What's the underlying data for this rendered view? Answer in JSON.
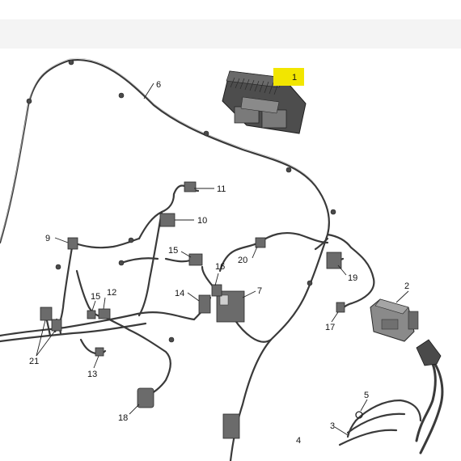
{
  "colors": {
    "highlight": "#f2e600",
    "wire": "#3a3a3a",
    "band": "#f4f4f4",
    "component": "#5a5a5a"
  },
  "callouts": [
    {
      "id": "1",
      "text": "1",
      "highlighted": true
    },
    {
      "id": "2",
      "text": "2"
    },
    {
      "id": "3",
      "text": "3"
    },
    {
      "id": "4",
      "text": "4"
    },
    {
      "id": "5",
      "text": "5"
    },
    {
      "id": "6",
      "text": "6"
    },
    {
      "id": "7",
      "text": "7"
    },
    {
      "id": "9",
      "text": "9"
    },
    {
      "id": "10",
      "text": "10"
    },
    {
      "id": "11",
      "text": "11"
    },
    {
      "id": "12",
      "text": "12"
    },
    {
      "id": "13",
      "text": "13"
    },
    {
      "id": "14",
      "text": "14"
    },
    {
      "id": "15a",
      "text": "15"
    },
    {
      "id": "15b",
      "text": "15"
    },
    {
      "id": "16",
      "text": "16"
    },
    {
      "id": "17",
      "text": "17"
    },
    {
      "id": "18",
      "text": "18"
    },
    {
      "id": "19",
      "text": "19"
    },
    {
      "id": "20",
      "text": "20"
    },
    {
      "id": "21",
      "text": "21"
    }
  ]
}
